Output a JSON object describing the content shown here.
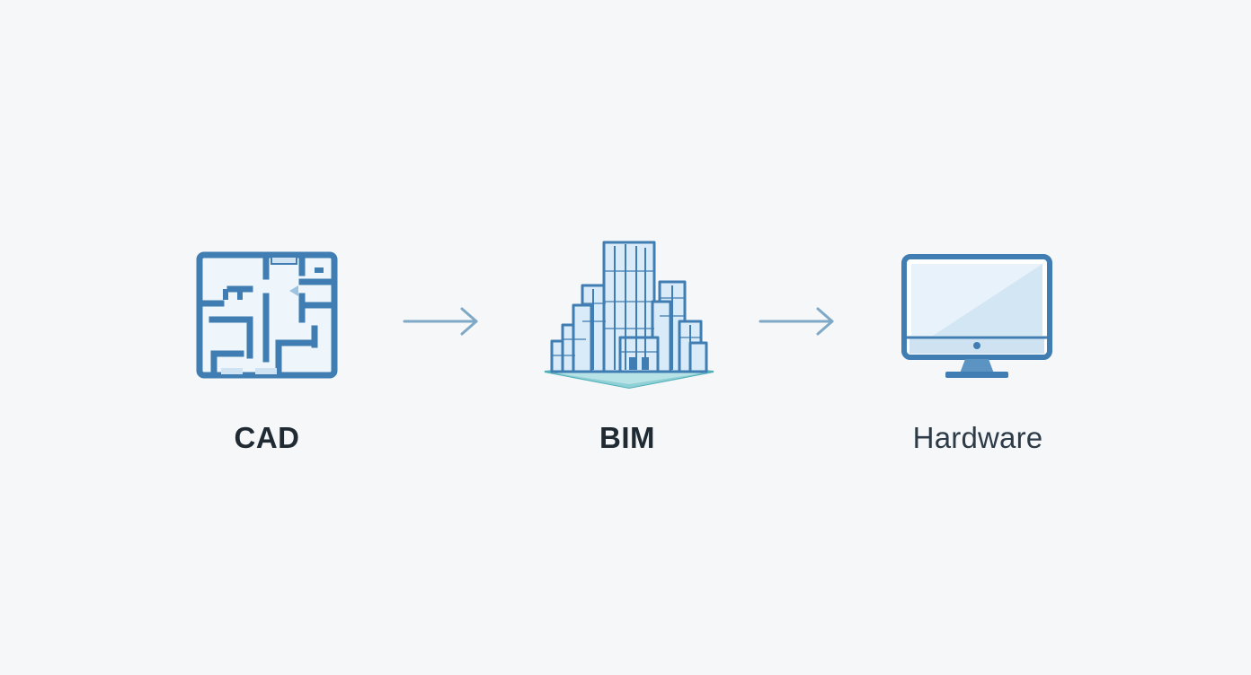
{
  "diagram": {
    "steps": [
      {
        "label": "CAD",
        "icon": "floor-plan-icon"
      },
      {
        "label": "BIM",
        "icon": "building-model-icon"
      },
      {
        "label": "Hardware",
        "icon": "monitor-icon"
      }
    ],
    "colors": {
      "background": "#f6f7f8",
      "stroke": "#3f7db2",
      "fill_light": "#e8f2fa",
      "arrow": "#7fa9c6",
      "accent": "#4fb0b8",
      "text": "#1f2a33"
    }
  }
}
